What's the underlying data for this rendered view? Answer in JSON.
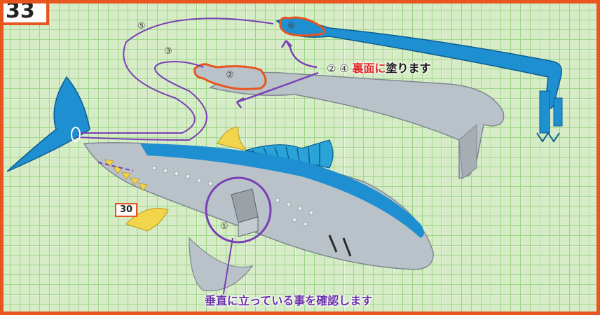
{
  "step": {
    "number": "33"
  },
  "part_refs": {
    "ref_30": "30"
  },
  "markers": {
    "m1": "①",
    "m2": "②",
    "m3": "③",
    "m4": "④",
    "m5": "⑤"
  },
  "notes": {
    "back_prefix": "② ④ ",
    "back_highlight": "裏面に",
    "back_suffix": "塗ります",
    "vertical_check": "垂直に立っている事を確認します"
  },
  "colors": {
    "frame": "#e8551e",
    "fish_blue": "#1e8fd0",
    "fish_gray": "#b9c2c8",
    "fin_yellow": "#f2d54a",
    "guide_purple": "#7a3fb5",
    "highlight_red": "#e02a2a",
    "grid_green": "#9fd48a"
  }
}
